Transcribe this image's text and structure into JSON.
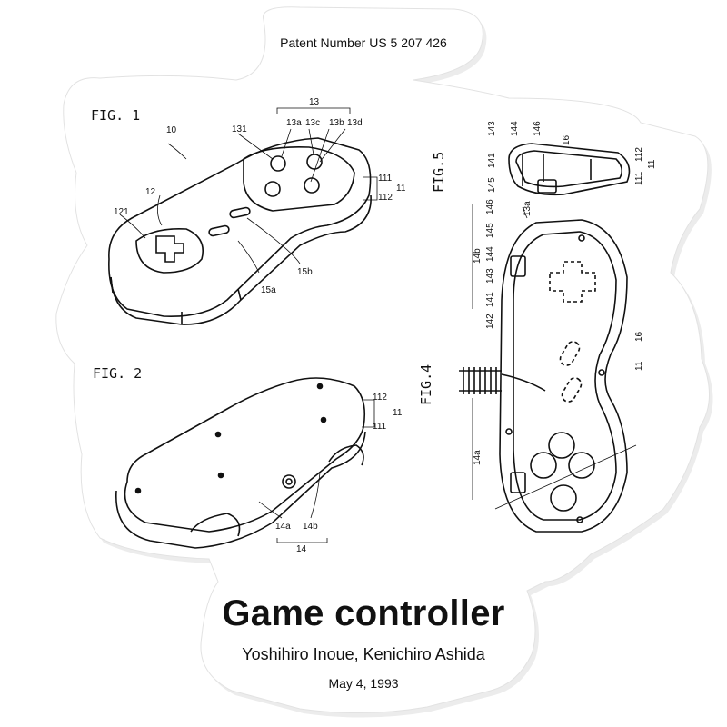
{
  "patent_number": "Patent Number US 5 207 426",
  "title": "Game controller",
  "authors": "Yoshihiro Inoue, Kenichiro Ashida",
  "date": "May 4, 1993",
  "colors": {
    "sticker": "#ffffff",
    "shadow": "#d8d8d8",
    "line": "#111111"
  },
  "figures": [
    {
      "label": "FIG. 1",
      "refs": [
        "10",
        "13",
        "13a",
        "13c",
        "13b",
        "13d",
        "131",
        "12",
        "121",
        "111",
        "112",
        "11",
        "15b",
        "15a"
      ]
    },
    {
      "label": "FIG. 2",
      "refs": [
        "112",
        "11",
        "111",
        "14a",
        "14b",
        "14"
      ]
    },
    {
      "label": "FIG.5",
      "refs": [
        "143",
        "144",
        "146",
        "16",
        "141",
        "145",
        "112",
        "111",
        "11",
        "13a"
      ]
    },
    {
      "label": "FIG.4",
      "refs": [
        "146",
        "145",
        "144",
        "143",
        "141",
        "142",
        "14b",
        "16",
        "11",
        "14a"
      ]
    }
  ]
}
